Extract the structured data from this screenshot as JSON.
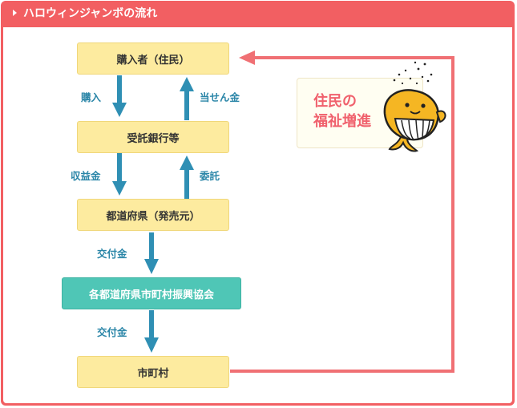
{
  "header": {
    "title": "ハロウィンジャンボの流れ"
  },
  "flow": {
    "boxes": {
      "purchaser": "購入者（住民）",
      "bank": "受託銀行等",
      "prefecture": "都道府県（発売元）",
      "association": "各都道府県市町村振興協会",
      "municipality": "市町村"
    },
    "labels": {
      "purchase": "購入",
      "prize": "当せん金",
      "revenue": "収益金",
      "consign": "委託",
      "grant_1": "交付金",
      "grant_2": "交付金"
    }
  },
  "welfare": {
    "line1": "住民の",
    "line2": "福祉増進"
  },
  "colors": {
    "panel": "#f25f62",
    "box_yellow": "#fdeb9f",
    "box_teal": "#4fc6b6",
    "arrow_blue": "#2f8fb4",
    "return_line": "#f07074",
    "mascot": "#f5b623"
  },
  "icons": {
    "header": "triangle-right-icon",
    "mascot": "whale-mascot-icon"
  }
}
